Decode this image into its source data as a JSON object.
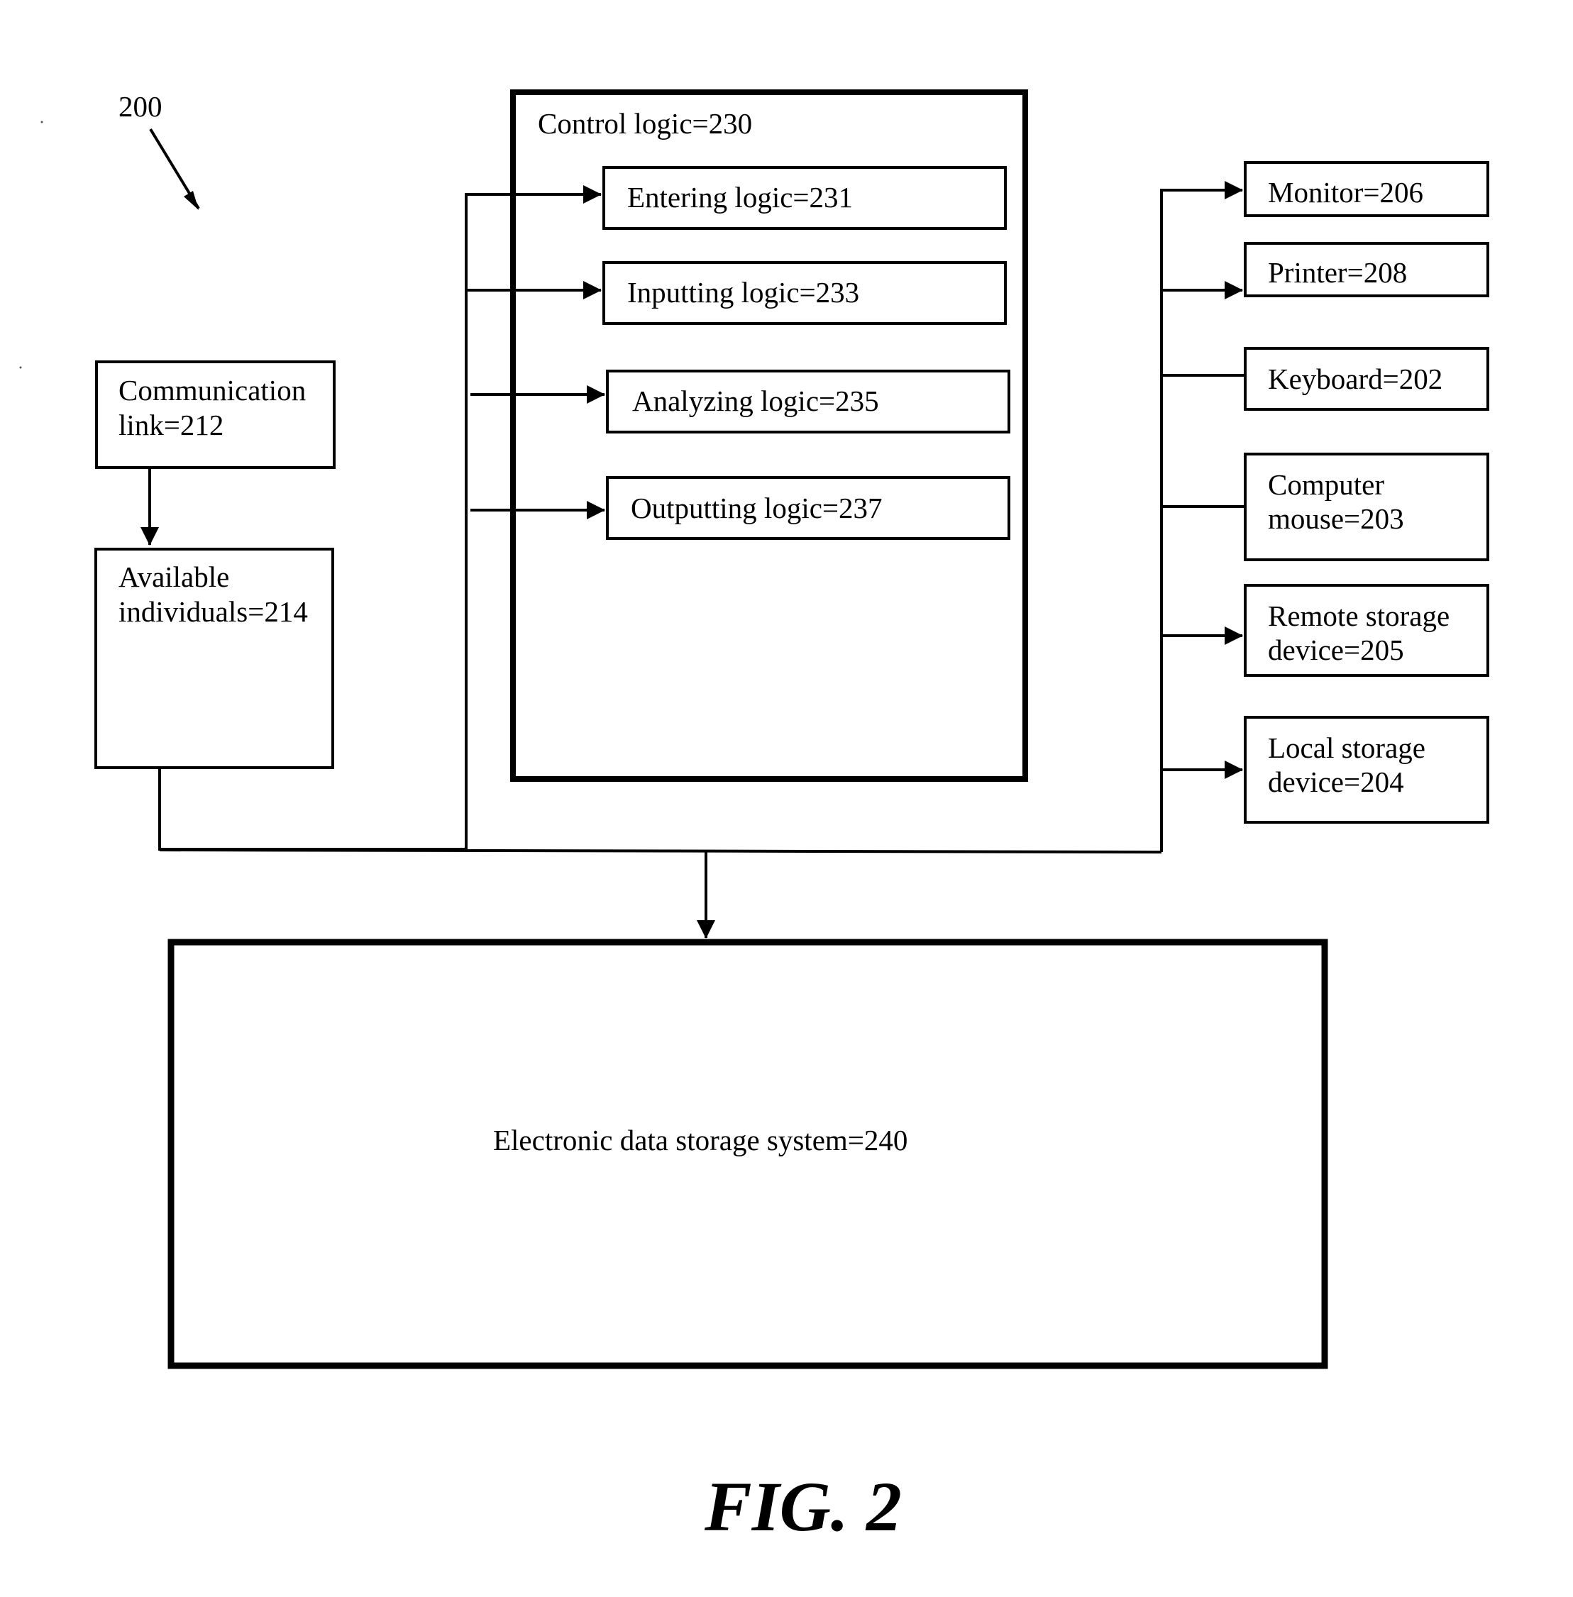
{
  "figure": {
    "reference_numeral": "200",
    "caption": "FIG. 2"
  },
  "blocks": {
    "communication_link": {
      "line1": "Communication",
      "line2": "link=212"
    },
    "available_individuals": {
      "line1": "Available",
      "line2": "individuals=214"
    },
    "control_logic": {
      "label": "Control logic=230"
    },
    "entering_logic": {
      "label": "Entering logic=231"
    },
    "inputting_logic": {
      "label": "Inputting logic=233"
    },
    "analyzing_logic": {
      "label": "Analyzing logic=235"
    },
    "outputting_logic": {
      "label": "Outputting logic=237"
    },
    "monitor": {
      "label": "Monitor=206"
    },
    "printer": {
      "label": "Printer=208"
    },
    "keyboard": {
      "label": "Keyboard=202"
    },
    "computer_mouse": {
      "line1": "Computer",
      "line2": "mouse=203"
    },
    "remote_storage": {
      "line1": "Remote storage",
      "line2": "device=205"
    },
    "local_storage": {
      "line1": "Local storage",
      "line2": "device=204"
    },
    "electronic_storage": {
      "label": "Electronic data storage system=240"
    }
  }
}
